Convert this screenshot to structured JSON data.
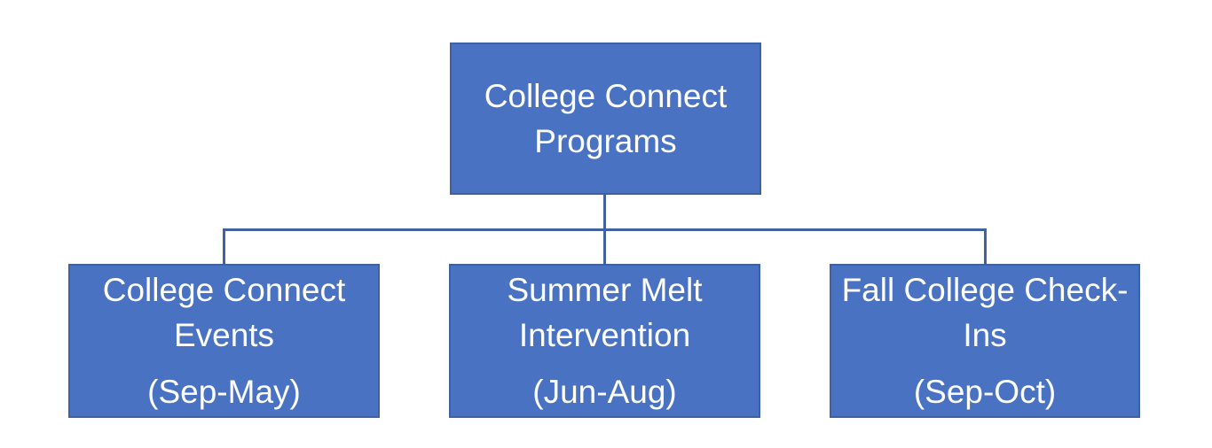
{
  "diagram": {
    "root": {
      "label": "College Connect Programs"
    },
    "children": [
      {
        "title": "College Connect Events",
        "period": "(Sep-May)"
      },
      {
        "title": "Summer Melt Intervention",
        "period": "(Jun-Aug)"
      },
      {
        "title": "Fall College Check-Ins",
        "period": "(Sep-Oct)"
      }
    ],
    "colors": {
      "node_fill": "#4a72c2",
      "node_border": "#3e61a6",
      "connector": "#41629f",
      "text": "#ffffff",
      "background": "#ffffff"
    }
  }
}
